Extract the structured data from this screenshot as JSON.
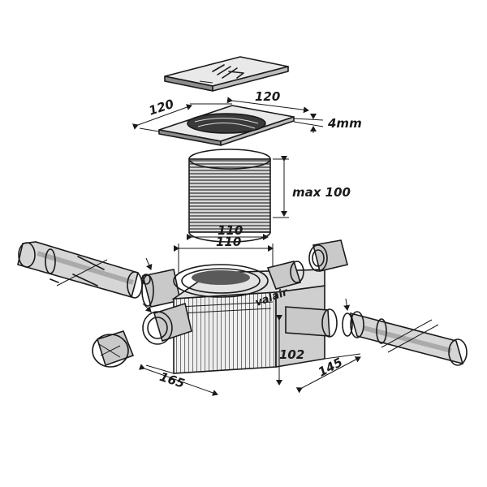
{
  "diagram": {
    "brand": "valair",
    "labels": {
      "grate_width": "120",
      "grate_depth": "120",
      "grate_thickness": "4mm",
      "extension_height": "max 100",
      "extension_diameter": "110",
      "body_inlet_diameter": "110",
      "body_height": "102",
      "body_length": "165",
      "body_width": "145"
    }
  },
  "colors": {
    "ink": "#1a1a1a",
    "shade": "#8d8d8d",
    "paper": "#ffffff"
  }
}
